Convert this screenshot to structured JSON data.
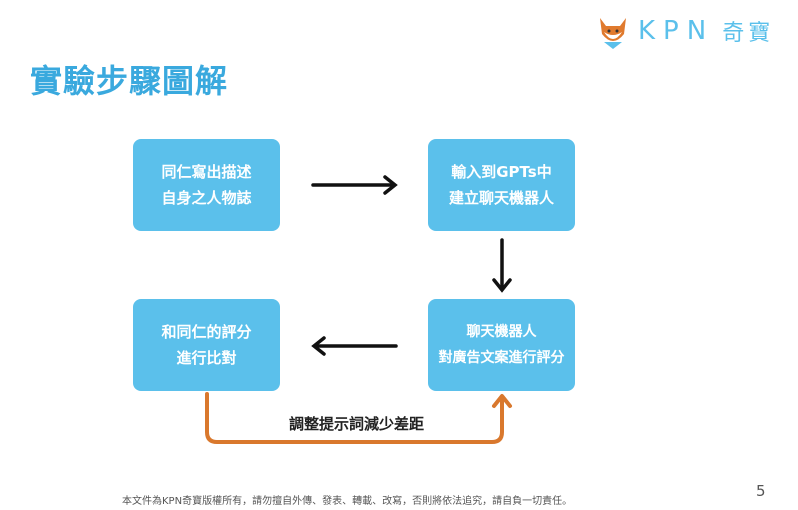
{
  "logo": {
    "brand": "KPN",
    "name": "奇寶"
  },
  "title": "實驗步驟圖解",
  "steps": [
    {
      "label": "同仁寫出描述\n自身之人物誌"
    },
    {
      "label": "輸入到GPTs中\n建立聊天機器人"
    },
    {
      "label": "聊天機器人\n對廣告文案進行評分"
    },
    {
      "label": "和同仁的評分\n進行比對"
    }
  ],
  "feedback_label": "調整提示詞減少差距",
  "colors": {
    "box": "#5bc0eb",
    "feedback": "#d9782d",
    "title": "#3aa9de"
  },
  "footer": "本文件為KPN奇寶版權所有，請勿擅自外傳、發表、轉載、改寫，否則將依法追究，請自負一切責任。",
  "page_number": "5"
}
